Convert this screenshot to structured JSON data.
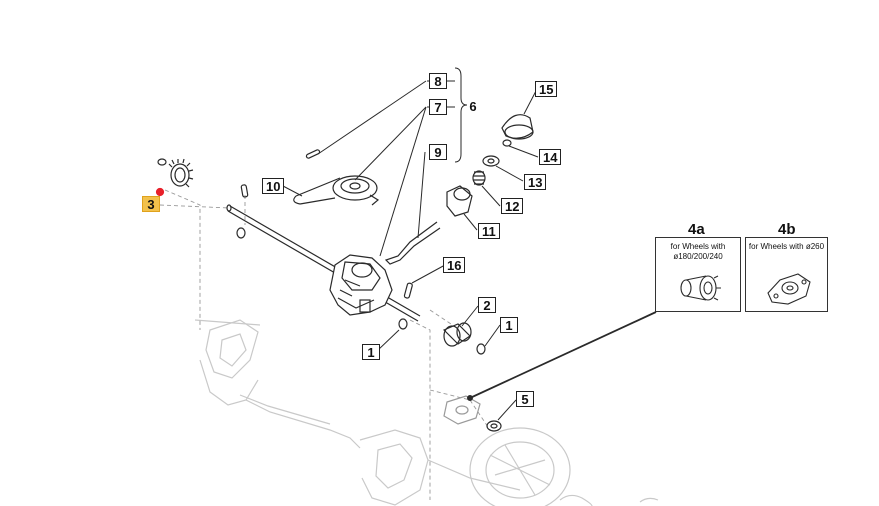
{
  "callouts": {
    "c1a": "1",
    "c1b": "1",
    "c2": "2",
    "c3": "3",
    "c4a": "4a",
    "c4b": "4b",
    "c5": "5",
    "c6": "6",
    "c7": "7",
    "c8": "8",
    "c9": "9",
    "c10": "10",
    "c11": "11",
    "c12": "12",
    "c13": "13",
    "c14": "14",
    "c15": "15",
    "c16": "16"
  },
  "insets": {
    "a_line1": "for Wheels with",
    "a_line2": "ø180/200/240",
    "b_line1": "for Wheels with ø260"
  },
  "colors": {
    "line": "#2a2a2a",
    "ghost": "#c9c9c9",
    "highlight": "#f2c14b",
    "marker": "#e8202a"
  }
}
